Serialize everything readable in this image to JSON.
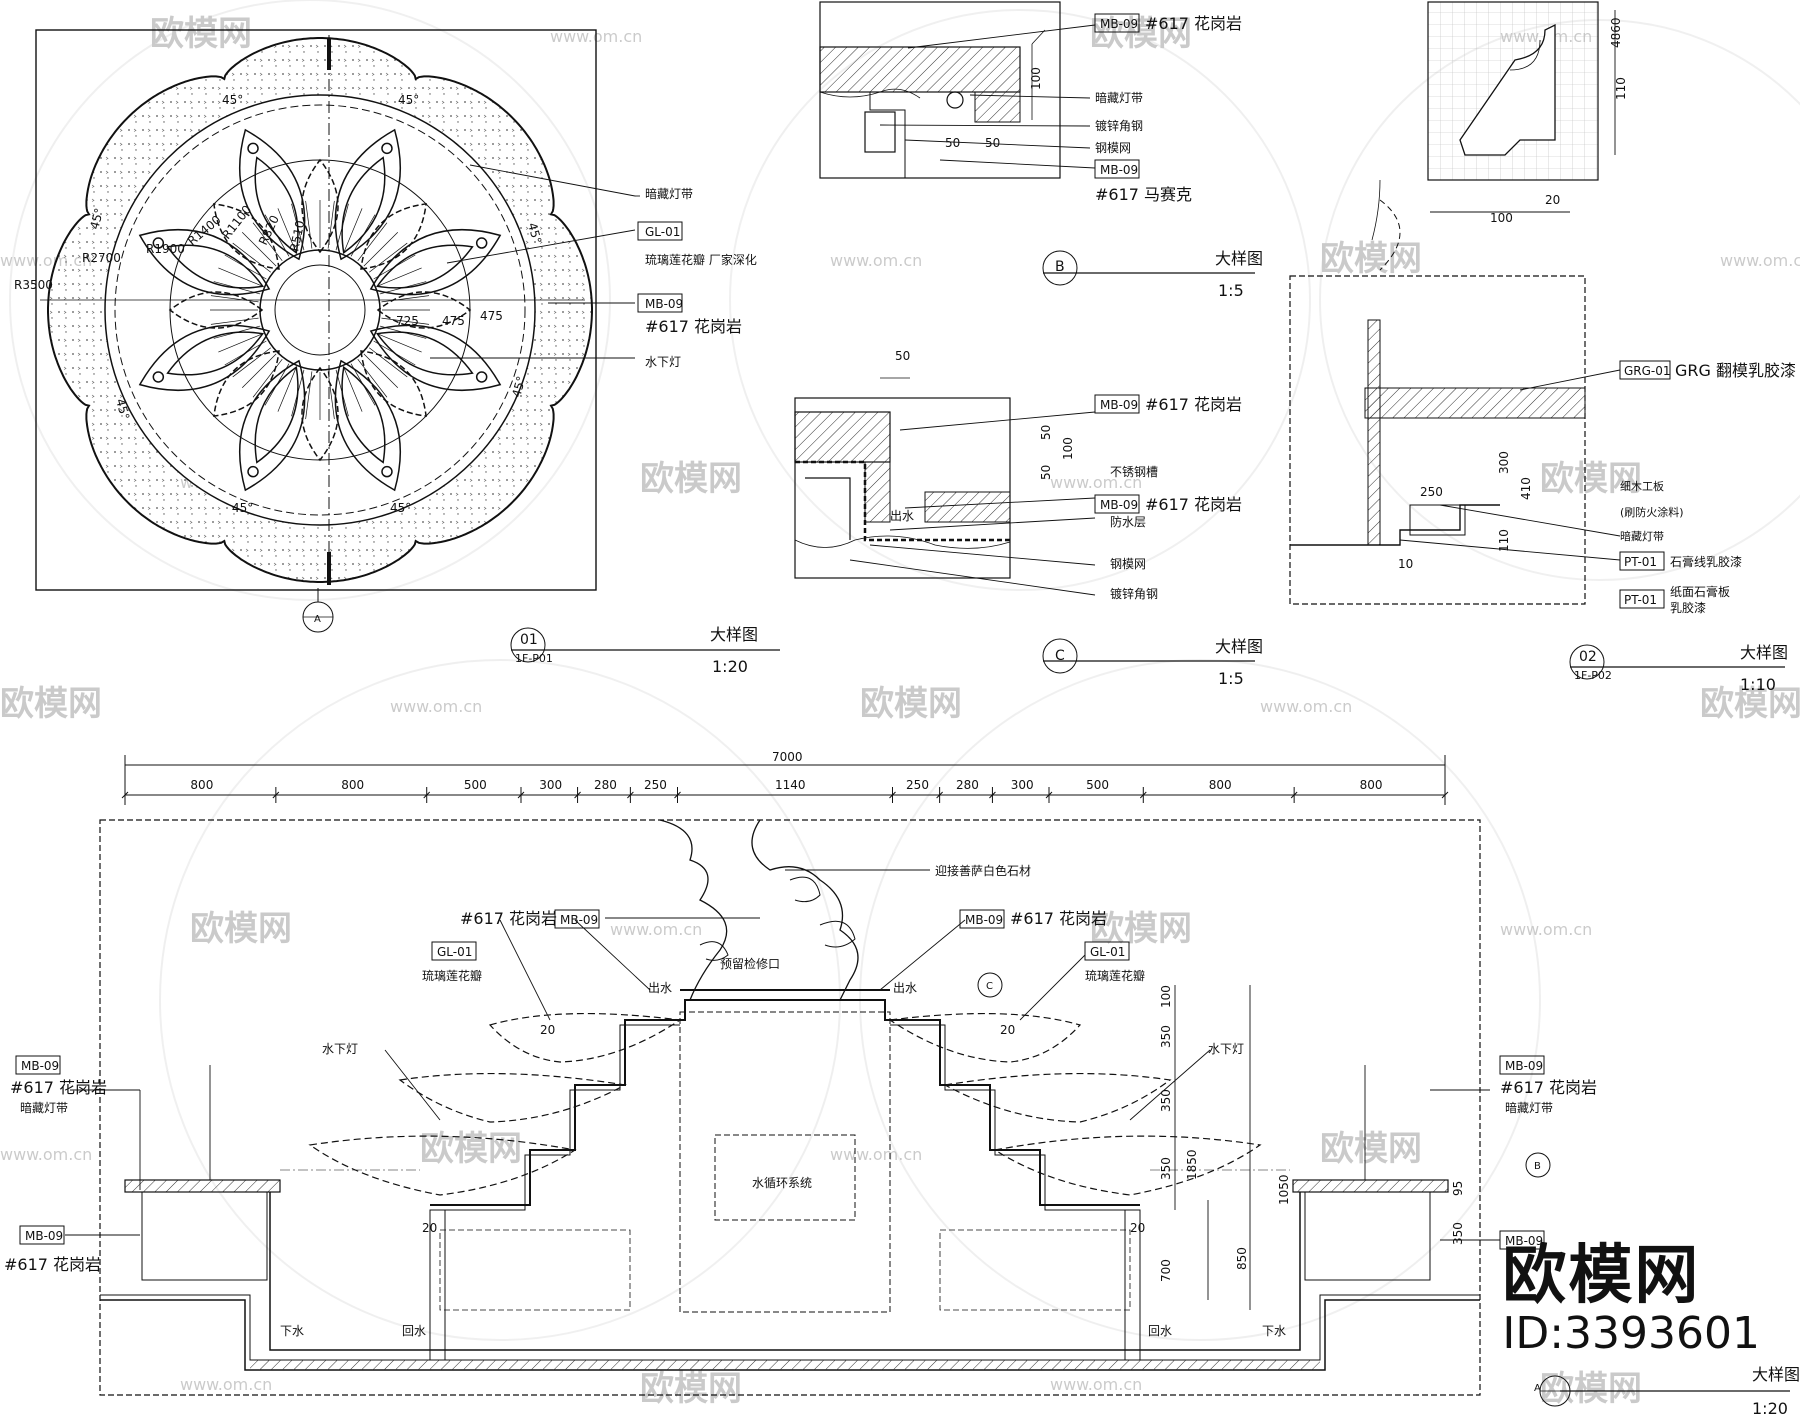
{
  "watermark": {
    "brand": "欧模网",
    "site": "www.om.cn"
  },
  "stamp": {
    "brand": "欧模网",
    "id": "ID:3393601"
  },
  "plan": {
    "radii": [
      "R3500",
      "R2700",
      "R1900",
      "R1400",
      "R1100",
      "R820",
      "R510"
    ],
    "angles": [
      "45°",
      "45°",
      "45°",
      "45°",
      "45°",
      "45°",
      "45°",
      "45°"
    ],
    "dims": [
      "725",
      "475",
      "475"
    ],
    "labels": {
      "light1": "暗藏灯带",
      "gl_tag": "GL-01",
      "gl_text": "琉璃莲花瓣   厂家深化",
      "mb_tag": "MB-09",
      "mb_text": "#617 花岗岩",
      "underwater": "水下灯"
    },
    "section_marker": "A",
    "title": {
      "num": "01",
      "sheet": "1F-P01",
      "name": "大样图",
      "scale": "1:20"
    }
  },
  "detailB": {
    "mb_tag": "MB-09",
    "mb_text": "#617 花岗岩",
    "labels": [
      "暗藏灯带",
      "镀锌角钢",
      "钢模网"
    ],
    "mb2_tag": "MB-09",
    "mb2_text": "#617 马赛克",
    "dims": [
      "100",
      "50",
      "50"
    ],
    "title": {
      "marker": "B",
      "name": "大样图",
      "scale": "1:5"
    }
  },
  "detailC": {
    "top_dim": "50",
    "mb_tag": "MB-09",
    "mb_text": "#617 花岗岩",
    "labels": [
      "不锈钢槽",
      "防水层",
      "钢模网",
      "镀锌角钢"
    ],
    "mb2_tag": "MB-09",
    "mb2_text": "#617 花岗岩",
    "outflow": "出水",
    "dims": [
      "50",
      "50",
      "100"
    ],
    "title": {
      "marker": "C",
      "name": "大样图",
      "scale": "1:5"
    }
  },
  "detail02": {
    "dims_top": [
      "4860",
      "110",
      "100",
      "20"
    ],
    "grg_tag": "GRG-01",
    "grg_text": "GRG 翻模乳胶漆",
    "dims_mid": [
      "250",
      "300",
      "410",
      "110",
      "10"
    ],
    "labels": [
      "细木工板",
      "(刷防火涂料)",
      "暗藏灯带"
    ],
    "pt1_tag": "PT-01",
    "pt1_text": "石膏线乳胶漆",
    "pt2_tag": "PT-01",
    "pt2_text": "纸面石膏板",
    "pt2_text2": "乳胶漆",
    "title": {
      "num": "02",
      "sheet": "1F-P02",
      "name": "大样图",
      "scale": "1:10"
    }
  },
  "section": {
    "total": "7000",
    "dims": [
      "800",
      "800",
      "500",
      "300",
      "280",
      "250",
      "1140",
      "250",
      "280",
      "300",
      "500",
      "800",
      "800"
    ],
    "top_note": "迎接善萨白色石材",
    "access": "预留检修口",
    "water_system": "水循环系统",
    "outflow": "出水",
    "drain": "下水",
    "return": "回水",
    "underwater": "水下灯",
    "hidden_light": "暗藏灯带",
    "mb_tag": "MB-09",
    "granite": "#617 花岗岩",
    "gl_tag": "GL-01",
    "gl_text": "琉璃莲花瓣",
    "vdims": [
      "100",
      "350",
      "350",
      "350",
      "1850",
      "700",
      "850",
      "1050",
      "95",
      "350",
      "20"
    ],
    "markers": [
      "A",
      "B",
      "C"
    ],
    "title": {
      "name": "大样图",
      "scale": "1:20"
    }
  }
}
